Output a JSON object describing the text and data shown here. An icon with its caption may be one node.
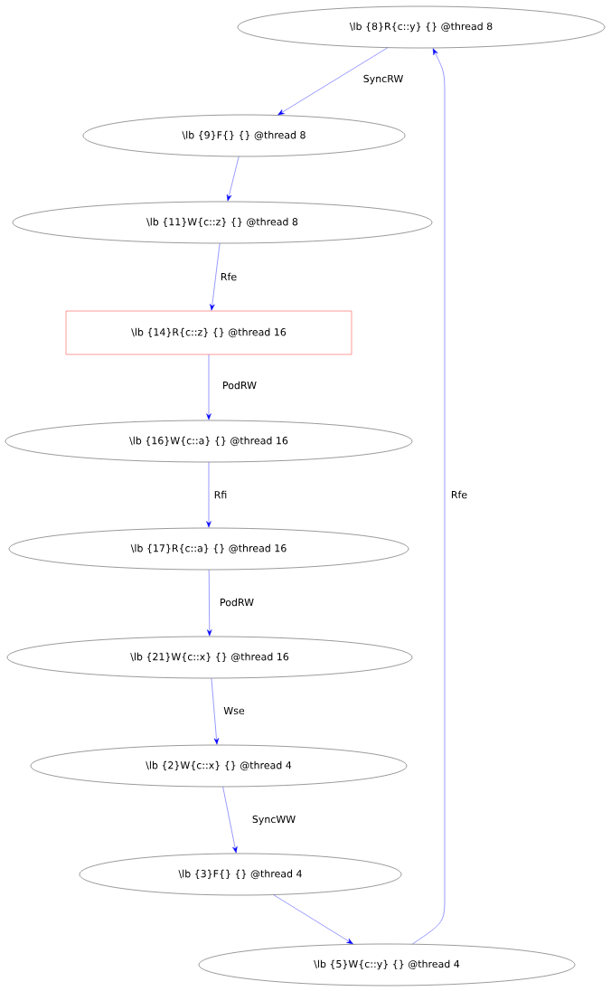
{
  "diagram": {
    "nodes": [
      {
        "text": [
          "\\lb {8}R{c::y} {} @thread 8"
        ]
      },
      {
        "text": [
          "\\lb {9}F{} {} @thread 8"
        ]
      },
      {
        "text": [
          "\\lb {11}W{c::z} {} @thread 8"
        ]
      },
      {
        "text": [
          "\\lb {14}R{c::z} {} @thread 16"
        ]
      },
      {
        "text": [
          "\\lb {16}W{c::a} {} @thread 16"
        ]
      },
      {
        "text": [
          "\\lb {17}R{c::a} {} @thread 16"
        ]
      },
      {
        "text": [
          "\\lb {21}W{c::x} {} @thread 16"
        ]
      },
      {
        "text": [
          "\\lb {2}W{c::x} {} @thread 4"
        ]
      },
      {
        "text": [
          "\\lb {3}F{} {} @thread 4"
        ]
      },
      {
        "text": [
          "\\lb {5}W{c::y} {} @thread 4"
        ]
      }
    ],
    "edges": [
      {
        "from": 0,
        "to": 1,
        "arrow": "to",
        "label": "SyncRW"
      },
      {
        "from": 1,
        "to": 2,
        "arrow": "to"
      },
      {
        "from": 2,
        "to": 3,
        "arrow": "to",
        "label": "Rfe"
      },
      {
        "from": 3,
        "to": 4,
        "arrow": "to",
        "label": "PodRW"
      },
      {
        "from": 4,
        "to": 5,
        "arrow": "to",
        "label": "Rfi"
      },
      {
        "from": 5,
        "to": 6,
        "arrow": "to",
        "label": "PodRW"
      },
      {
        "from": 6,
        "to": 7,
        "arrow": "to",
        "label": "Wse"
      },
      {
        "from": 7,
        "to": 8,
        "arrow": "to",
        "label": "SyncWW"
      },
      {
        "from": 8,
        "to": 9,
        "arrow": "to"
      },
      {
        "from": 9,
        "to": 0,
        "arrow": "to",
        "label": "Rfe"
      }
    ]
  }
}
